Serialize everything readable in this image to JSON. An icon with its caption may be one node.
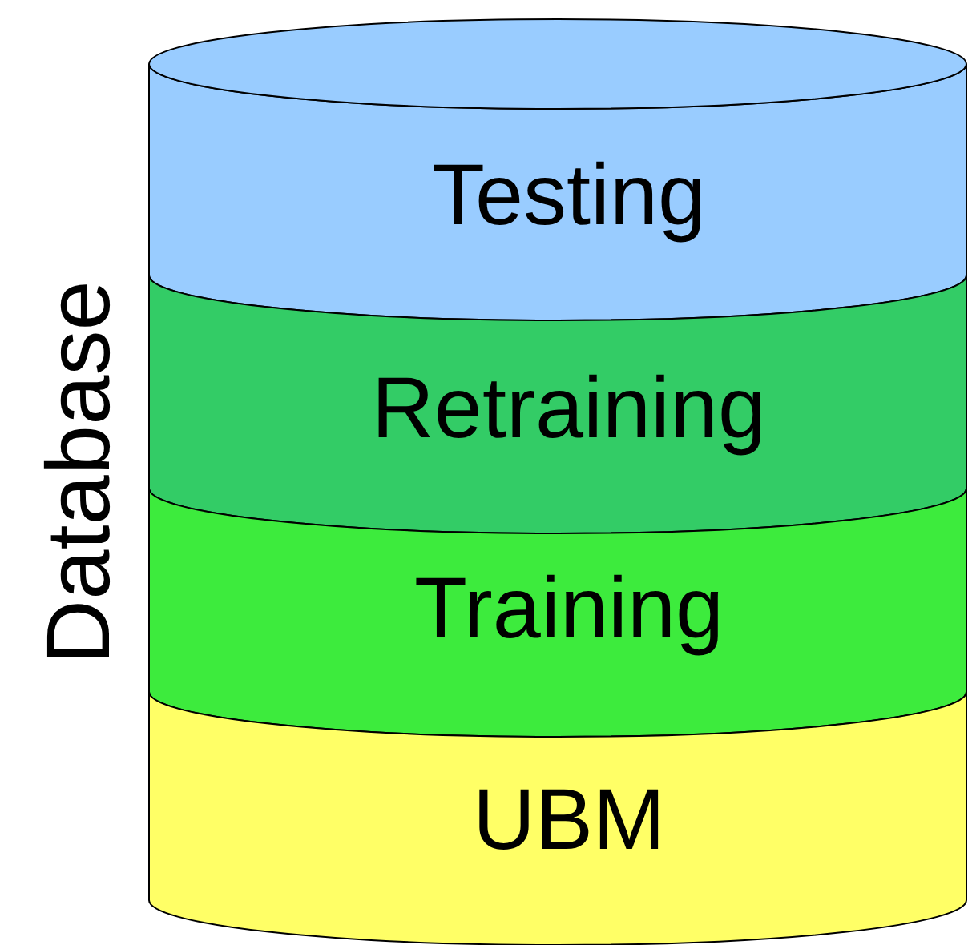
{
  "diagram": {
    "nodes": [
      {
        "text": [
          "Database"
        ]
      },
      {
        "text": [
          "Testing"
        ],
        "in": 0
      },
      {
        "text": [
          "Retraining"
        ],
        "in": 0
      },
      {
        "text": [
          "Training"
        ],
        "in": 0
      },
      {
        "text": [
          "UBM"
        ],
        "in": 0
      }
    ]
  }
}
